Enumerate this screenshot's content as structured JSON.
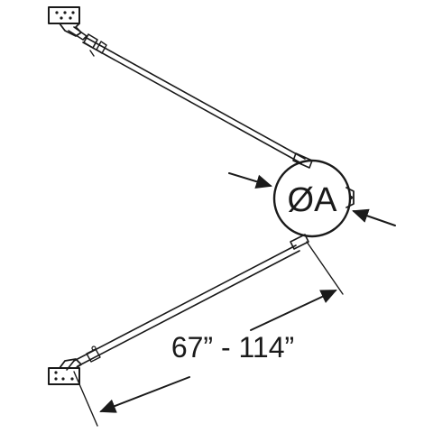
{
  "diagram": {
    "diameter_label": "ØA",
    "length_label": "67” - 114”",
    "colors": {
      "ink": "#1a1a1a",
      "background": "#ffffff"
    },
    "components": [
      "top-wall-bracket",
      "upper-brace-rod",
      "pipe-clamp-ring",
      "lower-brace-rod",
      "bottom-wall-bracket",
      "diameter-arrow-left",
      "diameter-arrow-right",
      "length-dimension-arrow"
    ]
  }
}
